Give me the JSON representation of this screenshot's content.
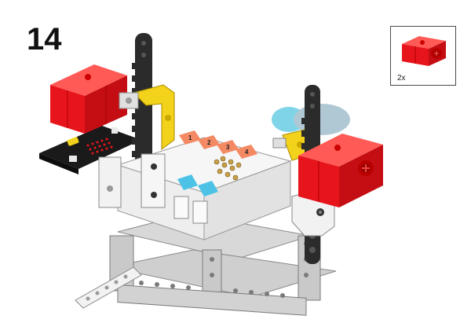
{
  "step": {
    "number": "14"
  },
  "parts_callout": {
    "quantity": "2x",
    "part_icon": "red-servo-motor-block-icon"
  },
  "model": {
    "port_labels": [
      "1",
      "2",
      "3",
      "4"
    ],
    "colors": {
      "red_block": "#e8141c",
      "black_beam": "#2b2b2b",
      "yellow_connector": "#f2d21a",
      "gray_beam": "#c8c8c8",
      "white_board": "#f6f6f6",
      "orange_port": "#f48a64",
      "cyan_port": "#4cc3e6",
      "microbit_black": "#1a1a1a",
      "light_cyan": "#7fd4e8"
    }
  }
}
